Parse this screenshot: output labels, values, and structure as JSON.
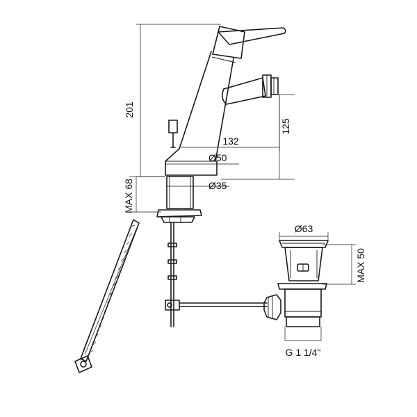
{
  "diagram": {
    "dimensions": {
      "total_height": "201",
      "spout_reach": "132",
      "spout_height": "125",
      "body_diameter": "Ø50",
      "base_diameter": "Ø35",
      "max_deck_thickness": "MAX 68",
      "plug_diameter": "Ø63",
      "plug_max_height": "MAX 50",
      "waste_thread": "G 1 1/4\""
    }
  }
}
